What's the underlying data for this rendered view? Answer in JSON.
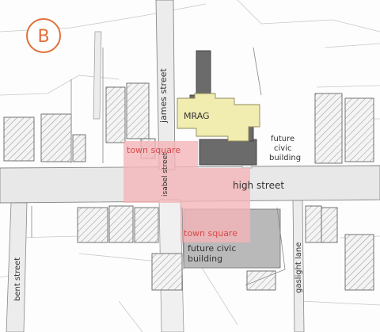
{
  "map": {
    "badge": "B",
    "streets": {
      "james": "james street",
      "high": "high street",
      "bent": "bent street",
      "gaslight": "gaslight lane",
      "isabel": "isabel street"
    },
    "buildings": {
      "mrag": "MRAG",
      "future_civic_1": [
        "future",
        "civic",
        "building"
      ],
      "future_civic_2": [
        "future civic",
        "building"
      ]
    },
    "town_square": "town square"
  },
  "colors": {
    "badge": "#e2703a",
    "town_square": "#f4b4b8",
    "mrag": "#f1ecb0",
    "dark_building": "#6b6b6b",
    "grey_building": "#b9b9b9",
    "street": "#e6e6e6"
  }
}
